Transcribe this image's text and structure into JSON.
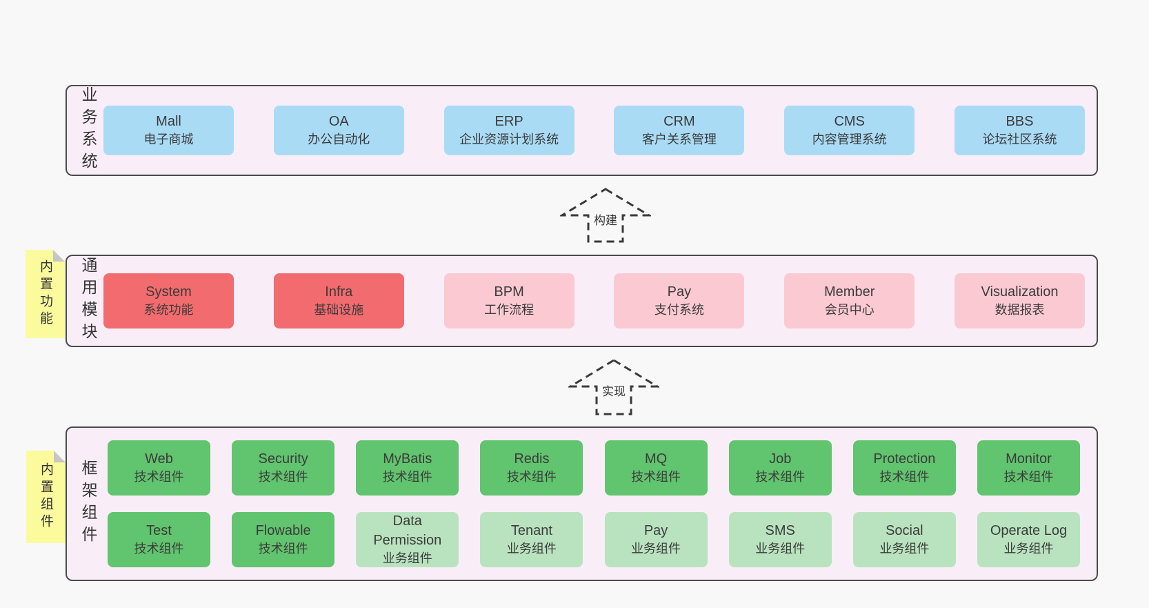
{
  "colors": {
    "page_background": "#f8f8f8",
    "container_fill": "#f9eef8",
    "container_border": "#4a4a4a",
    "business_box_blue": "#a9dbf5",
    "core_module_red": "#f26b6e",
    "module_pink": "#fbc9d2",
    "tech_component_green": "#61c46e",
    "biz_component_green_light": "#b9e3bf",
    "sticky_yellow": "#fbfa9d",
    "sticky_fold_gray": "#c6c6c6",
    "text": "#3b3b3b"
  },
  "arrows": [
    {
      "label": "构建"
    },
    {
      "label": "实现"
    }
  ],
  "layers": [
    {
      "label": "业务系统",
      "boxes": [
        {
          "title": "Mall",
          "subtitle": "电子商城"
        },
        {
          "title": "OA",
          "subtitle": "办公自动化"
        },
        {
          "title": "ERP",
          "subtitle": "企业资源计划系统"
        },
        {
          "title": "CRM",
          "subtitle": "客户关系管理"
        },
        {
          "title": "CMS",
          "subtitle": "内容管理系统"
        },
        {
          "title": "BBS",
          "subtitle": "论坛社区系统"
        }
      ]
    },
    {
      "label": "通用模块",
      "sticky": "内置功能",
      "boxes": [
        {
          "title": "System",
          "subtitle": "系统功能"
        },
        {
          "title": "Infra",
          "subtitle": "基础设施"
        },
        {
          "title": "BPM",
          "subtitle": "工作流程"
        },
        {
          "title": "Pay",
          "subtitle": "支付系统"
        },
        {
          "title": "Member",
          "subtitle": "会员中心"
        },
        {
          "title": "Visualization",
          "subtitle": "数据报表"
        }
      ]
    },
    {
      "label": "框架组件",
      "sticky": "内置组件",
      "rows": [
        [
          {
            "title": "Web",
            "subtitle": "技术组件"
          },
          {
            "title": "Security",
            "subtitle": "技术组件"
          },
          {
            "title": "MyBatis",
            "subtitle": "技术组件"
          },
          {
            "title": "Redis",
            "subtitle": "技术组件"
          },
          {
            "title": "MQ",
            "subtitle": "技术组件"
          },
          {
            "title": "Job",
            "subtitle": "技术组件"
          },
          {
            "title": "Protection",
            "subtitle": "技术组件"
          },
          {
            "title": "Monitor",
            "subtitle": "技术组件"
          }
        ],
        [
          {
            "title": "Test",
            "subtitle": "技术组件"
          },
          {
            "title": "Flowable",
            "subtitle": "技术组件"
          },
          {
            "title": "Data Permission",
            "subtitle": "业务组件"
          },
          {
            "title": "Tenant",
            "subtitle": "业务组件"
          },
          {
            "title": "Pay",
            "subtitle": "业务组件"
          },
          {
            "title": "SMS",
            "subtitle": "业务组件"
          },
          {
            "title": "Social",
            "subtitle": "业务组件"
          },
          {
            "title": "Operate Log",
            "subtitle": "业务组件"
          }
        ]
      ]
    }
  ]
}
